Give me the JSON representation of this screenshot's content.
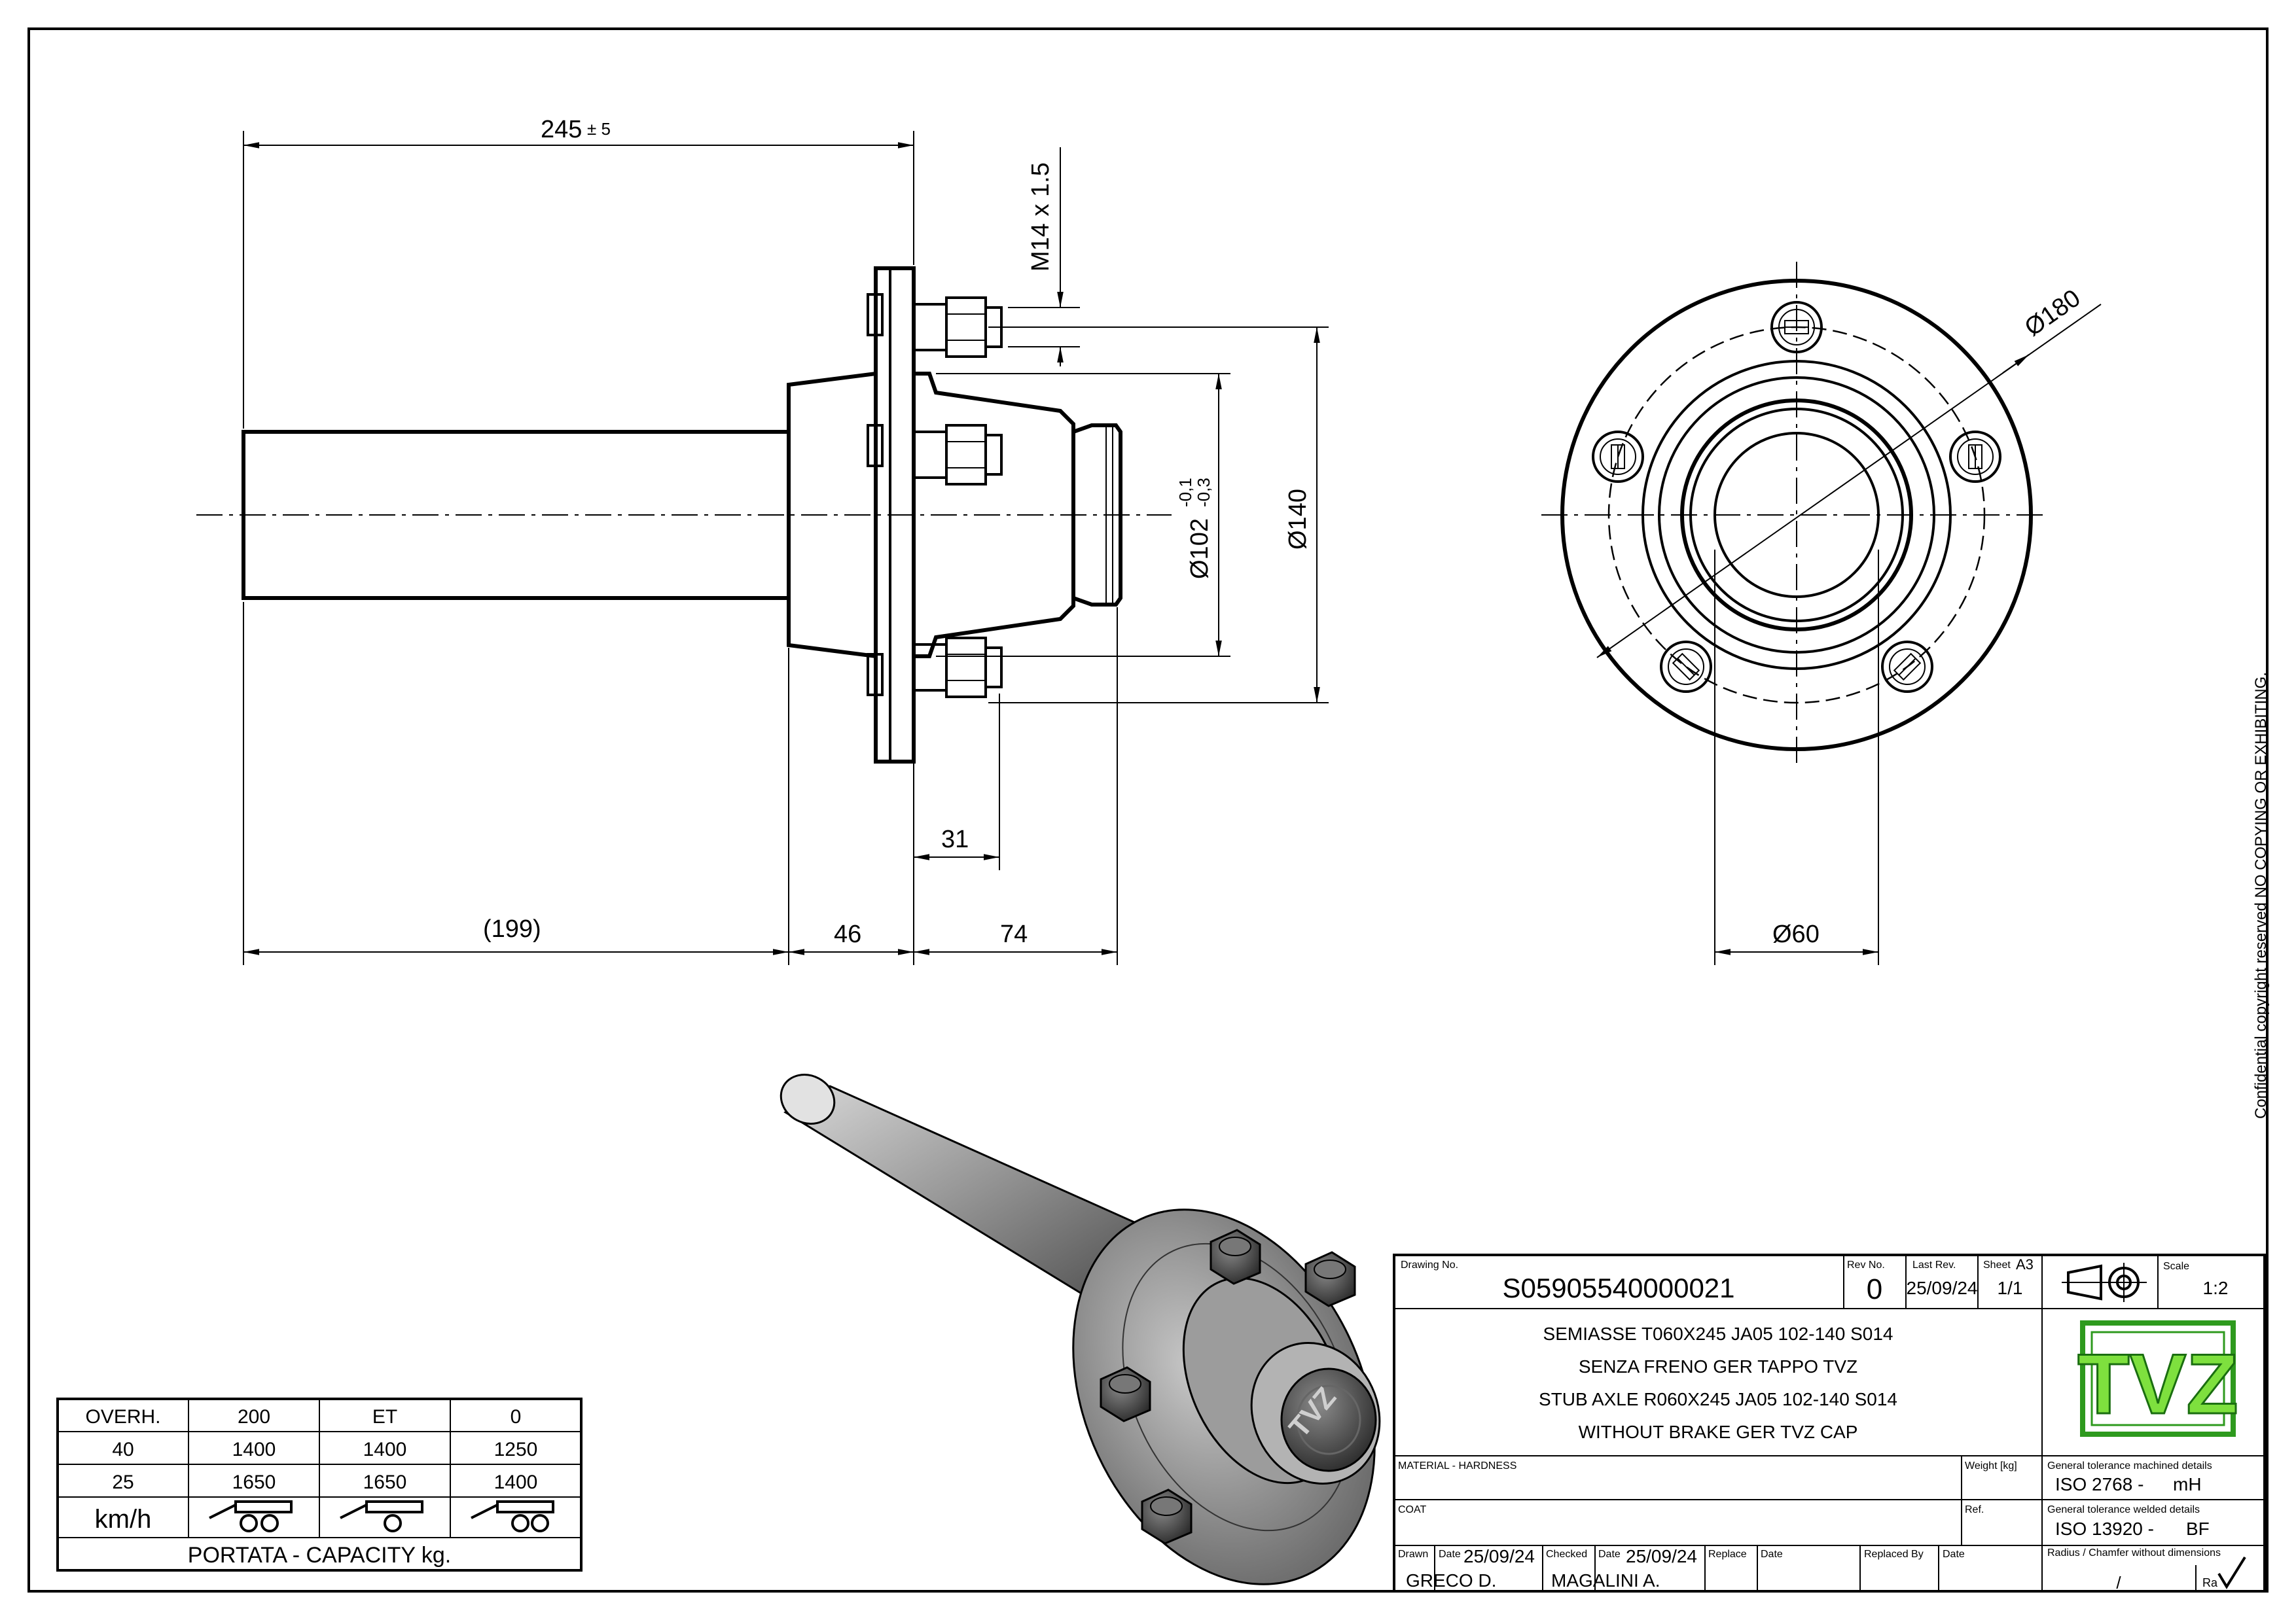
{
  "dimensions": {
    "overall": "245",
    "overall_tol": "± 5",
    "thread": "M14 x 1.5",
    "dia_140": "Ø140",
    "dia_102": "Ø102",
    "dia_102_tol_upper": "-0,1",
    "dia_102_tol_lower": "-0,3",
    "len_31": "31",
    "len_199": "(199)",
    "len_46": "46",
    "len_74": "74",
    "dia_180": "Ø180",
    "dia_60": "Ø60"
  },
  "copyright": "Confidential copyright reserved NO COPYING OR EXHIBITING.",
  "hub_cap_logo": "TVZ",
  "capacity_table": {
    "header": [
      "OVERH.",
      "200",
      "ET",
      "0"
    ],
    "rows": [
      [
        "40",
        "1400",
        "1400",
        "1250"
      ],
      [
        "25",
        "1650",
        "1650",
        "1400"
      ]
    ],
    "speed_label": "km/h",
    "footer": "PORTATA - CAPACITY kg."
  },
  "title_block": {
    "drawing_no_label": "Drawing No.",
    "drawing_no": "S05905540000021",
    "rev_no_label": "Rev No.",
    "rev_no": "0",
    "last_rev_label": "Last Rev.",
    "last_rev": "25/09/24",
    "sheet_label": "Sheet",
    "sheet_size": "A3",
    "sheet_no": "1/1",
    "scale_label": "Scale",
    "scale": "1:2",
    "description": [
      "SEMIASSE T060X245 JA05 102-140 S014",
      "SENZA FRENO GER TAPPO TVZ",
      "STUB AXLE R060X245 JA05 102-140 S014",
      "WITHOUT BRAKE GER TVZ CAP"
    ],
    "logo": "TVZ",
    "material_label": "MATERIAL - HARDNESS",
    "weight_label": "Weight [kg]",
    "coat_label": "COAT",
    "ref_label": "Ref.",
    "tol_machined_label": "General tolerance machined details",
    "tol_machined": "ISO 2768 -",
    "tol_machined_class": "mH",
    "tol_welded_label": "General tolerance welded details",
    "tol_welded": "ISO 13920 -",
    "tol_welded_class": "BF",
    "drawn_label": "Drawn",
    "date_label": "Date",
    "drawn_date": "25/09/24",
    "drawn_by": "GRECO D.",
    "checked_label": "Checked",
    "checked_date": "25/09/24",
    "checked_by": "MAGALINI A.",
    "replace_label": "Replace",
    "replaced_by_label": "Replaced By",
    "radius_label": "Radius / Chamfer without dimensions",
    "radius_value": "/",
    "ra_label": "Ra"
  }
}
